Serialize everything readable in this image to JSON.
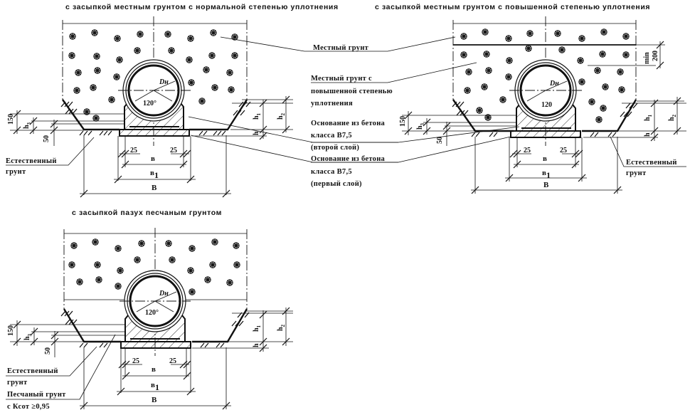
{
  "titles": {
    "top_left": "с засыпкой местным грунтом  с нормальной степенью уплотнения",
    "top_right": "с засыпкой местным грунтом  с повышенной степенью уплотнения",
    "bottom_left": "с засыпкой пазух песчаным грунтом"
  },
  "callouts": {
    "local_soil": "Местный  грунт",
    "compacted_soil": [
      "Местный грунт с",
      "повышенной степенью",
      "уплотнения"
    ],
    "concrete_second": [
      "Основание из бетона",
      "класса  В7,5",
      "(второй слой)"
    ],
    "concrete_first": [
      "Основание из бетона",
      "класса  В7,5",
      "(первый слой)"
    ],
    "natural_soil": [
      "Естественный",
      "грунт"
    ],
    "sand_soil": [
      "Песчаный грунт",
      "с  Ксот ≥0,95"
    ]
  },
  "dimensions": {
    "pipe_diameter": "Dн",
    "angle": "120°",
    "angle_alt": "120",
    "h": "h",
    "h1": "h",
    "h1_sub": "1",
    "h2": "h",
    "h2_sub": "2",
    "h3": "h",
    "h3_sub": "3",
    "d150": "150",
    "d50": "50",
    "d25": "25",
    "b": "в",
    "b1": "в",
    "b1_sub": "1",
    "B": "В",
    "min200_a": "min",
    "min200_b": "200"
  }
}
